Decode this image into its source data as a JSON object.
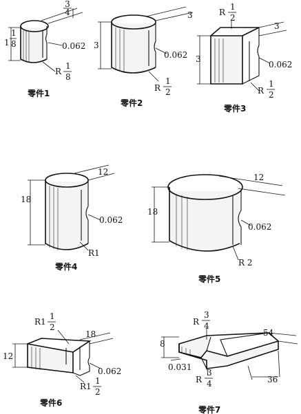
{
  "parts": [
    {
      "caption": "零件1",
      "dims": [
        "3/4",
        "1 1/8",
        "0.062",
        "R 1/8"
      ]
    },
    {
      "caption": "零件2",
      "dims": [
        "3",
        "3",
        "0.062",
        "R 1/2"
      ]
    },
    {
      "caption": "零件3",
      "dims": [
        "R 1/2",
        "3",
        "3",
        "0.062",
        "R 1/2"
      ]
    },
    {
      "caption": "零件4",
      "dims": [
        "12",
        "18",
        "0.062",
        "R1"
      ]
    },
    {
      "caption": "零件5",
      "dims": [
        "12",
        "18",
        "0.062",
        "R 2"
      ]
    },
    {
      "caption": "零件6",
      "dims": [
        "R1 1/2",
        "18",
        "12",
        "0.062",
        "R1 1/2"
      ]
    },
    {
      "caption": "零件7",
      "dims": [
        "R 3/4",
        "54",
        "8",
        "0.031",
        "R 3/4",
        "36"
      ]
    }
  ]
}
